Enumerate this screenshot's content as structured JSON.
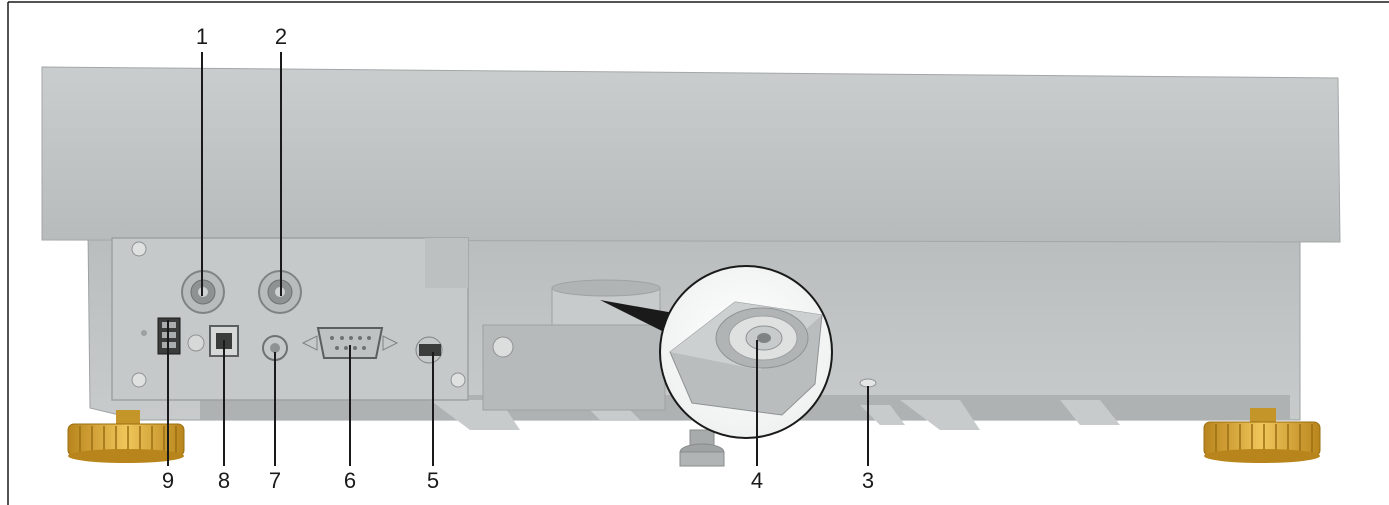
{
  "callouts": [
    {
      "id": "c1",
      "label": "1"
    },
    {
      "id": "c2",
      "label": "2"
    },
    {
      "id": "c3",
      "label": "3"
    },
    {
      "id": "c4",
      "label": "4"
    },
    {
      "id": "c5",
      "label": "5"
    },
    {
      "id": "c6",
      "label": "6"
    },
    {
      "id": "c7",
      "label": "7"
    },
    {
      "id": "c8",
      "label": "8"
    },
    {
      "id": "c9",
      "label": "9"
    }
  ],
  "colors": {
    "housing": "#bfc3c3",
    "housing_dark": "#a9adad",
    "panel": "#cdd0d0",
    "foot": "#d9a935",
    "foot_dark": "#b8851c",
    "line": "#1a1a1a"
  }
}
